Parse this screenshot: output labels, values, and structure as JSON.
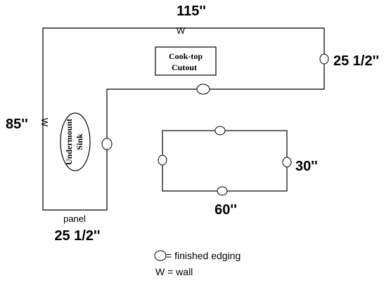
{
  "countertop": {
    "top_dimension": "115''",
    "top_wall_marker": "W",
    "right_end_dimension": "25 1/2''",
    "left_dimension": "85''",
    "left_wall_marker": "W",
    "bottom_end_label": "panel",
    "bottom_end_dimension": "25 1/2''",
    "cooktop_label_line1": "Cook-top",
    "cooktop_label_line2": "Cutout",
    "sink_label_line1": "Undermount",
    "sink_label_line2": "Sink"
  },
  "island": {
    "width_dimension": "60''",
    "depth_dimension": "30''"
  },
  "legend": {
    "edging_text": "= finished edging",
    "wall_text": "W = wall"
  }
}
